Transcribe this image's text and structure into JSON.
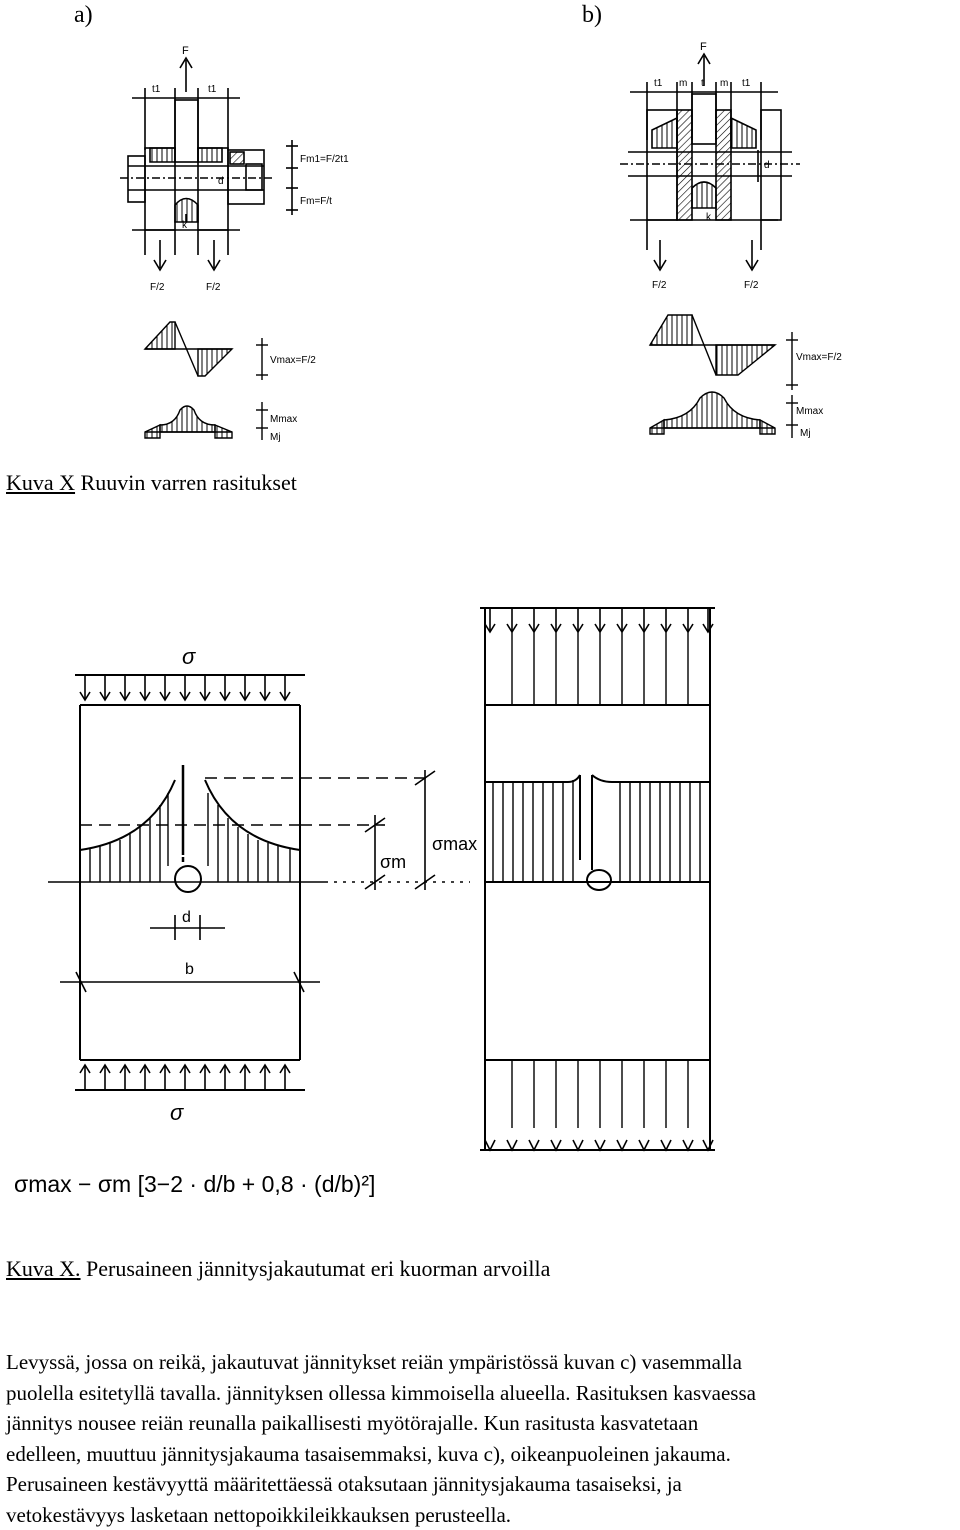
{
  "figure_top": {
    "label_a": "a)",
    "label_b": "b)",
    "a": {
      "F": "F",
      "t1_left": "t1",
      "t1_right": "t1",
      "Fm1": "Fm1=F/2t1",
      "Fm": "Fm=F/t",
      "d": "d",
      "k": "k",
      "F2_left": "F/2",
      "F2_right": "F/2",
      "Vmax": "Vmax=F/2",
      "Mmax": "Mmax",
      "Mj": "Mj"
    },
    "b": {
      "F": "F",
      "t1_left": "t1",
      "m_left": "m",
      "t": "t",
      "m_right": "m",
      "t1_right": "t1",
      "d": "d",
      "k": "k",
      "F2_left": "F/2",
      "F2_right": "F/2",
      "Vmax": "Vmax=F/2",
      "Mmax": "Mmax",
      "Mj": "Mj"
    }
  },
  "caption1": {
    "ref": "Kuva X",
    "text": " Ruuvin varren rasitukset"
  },
  "figure_bottom": {
    "sigma_top": "σ",
    "sigma_bottom": "σ",
    "sigma_m": "σm",
    "sigma_max": "σmax",
    "d": "d",
    "b": "b",
    "formula": "σmax − σm [3−2 · d/b + 0,8 · (d/b)²]"
  },
  "caption2": {
    "ref": "Kuva X.",
    "text": " Perusaineen jännitysjakautumat eri kuorman arvoilla"
  },
  "paragraph": [
    "Levyssä, jossa on reikä, jakautuvat jännitykset reiän ympäristössä kuvan c) vasemmalla",
    "puolella esitetyllä tavalla. jännityksen ollessa kimmoisella alueella. Rasituksen kasvaessa",
    "jännitys nousee reiän reunalla paikallisesti myötörajalle. Kun rasitusta kasvatetaan",
    "edelleen, muuttuu jännitysjakauma tasaisemmaksi, kuva c), oikeanpuoleinen jakauma.",
    "Perusaineen kestävyyttä määritettäessä otaksutaan jännitysjakauma tasaiseksi, ja",
    "vetokestävyys lasketaan nettopoikkileikkauksen perusteella."
  ]
}
